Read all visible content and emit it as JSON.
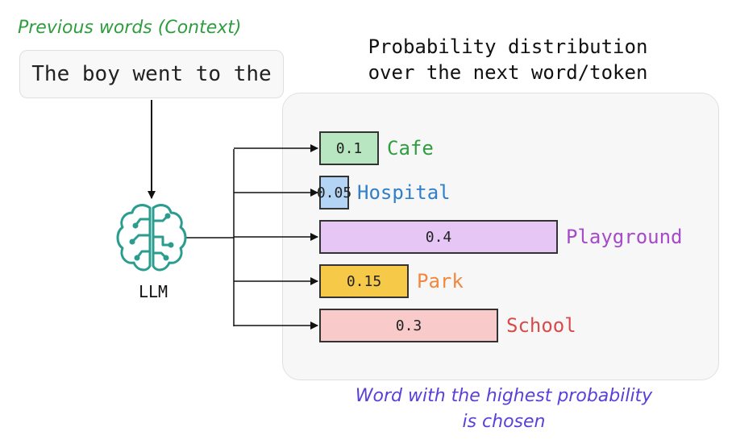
{
  "context": {
    "label": "Previous words (Context)",
    "text": "The boy went to the"
  },
  "model": {
    "label": "LLM",
    "icon": "brain-circuit-icon",
    "icon_color": "#2a9d8f"
  },
  "distribution": {
    "title_line1": "Probability distribution",
    "title_line2": "over the next word/token"
  },
  "chart_data": {
    "type": "bar",
    "categories": [
      "Cafe",
      "Hospital",
      "Playground",
      "Park",
      "School"
    ],
    "values": [
      0.1,
      0.05,
      0.4,
      0.15,
      0.3
    ],
    "value_labels": [
      "0.1",
      "0.05",
      "0.4",
      "0.15",
      "0.3"
    ],
    "bar_colors": [
      "#b8e6c0",
      "#b3d4f5",
      "#e6c6f5",
      "#f7c948",
      "#f8caca"
    ],
    "label_colors": [
      "#2e9e3e",
      "#2f7fc9",
      "#a64ac9",
      "#f0883e",
      "#d94a4a"
    ]
  },
  "footer": {
    "line1": "Word with the highest probability",
    "line2": "is chosen"
  }
}
